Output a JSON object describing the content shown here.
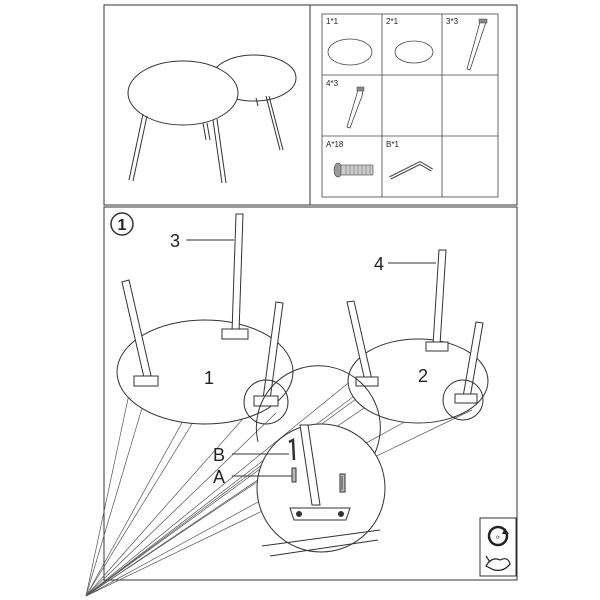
{
  "parts": [
    {
      "qty_label": "1*1",
      "name": "large-tabletop"
    },
    {
      "qty_label": "2*1",
      "name": "small-tabletop"
    },
    {
      "qty_label": "3*3",
      "name": "long-leg"
    },
    {
      "qty_label": "4*3",
      "name": "short-leg"
    },
    {
      "qty_label": "A*18",
      "name": "screw"
    },
    {
      "qty_label": "B*1",
      "name": "allen-key"
    }
  ],
  "step": {
    "number": "1",
    "callouts": {
      "leg_long": "3",
      "leg_short": "4",
      "table_large": "1",
      "table_small": "2",
      "key": "B",
      "screw": "A"
    }
  },
  "icons": [
    "rotate-icon",
    "hand-tighten-icon"
  ]
}
